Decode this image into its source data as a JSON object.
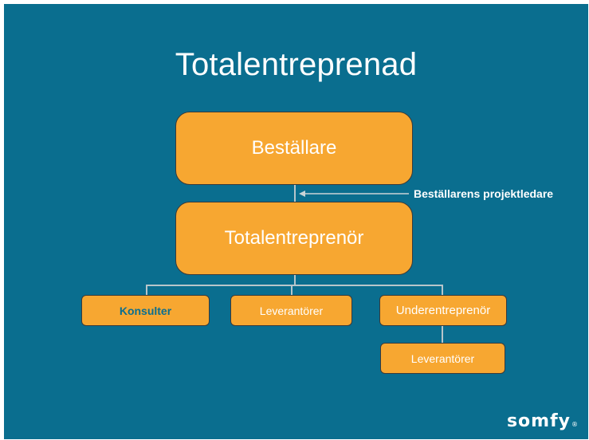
{
  "title": "Totalentreprenad",
  "nodes": {
    "bestallare": "Beställare",
    "totalentreprenor": "Totalentreprenör",
    "konsulter": "Konsulter",
    "leverantorer_1": "Leverantörer",
    "underentreprenor": "Underentreprenör",
    "leverantorer_2": "Leverantörer"
  },
  "annotation": "Beställarens projektledare",
  "logo": {
    "text": "somfy",
    "mark": "®"
  },
  "colors": {
    "background": "#0a6e8f",
    "box_fill": "#f7a731",
    "connector": "#b7c5ca",
    "konsulter_text": "#0a6e8f"
  }
}
